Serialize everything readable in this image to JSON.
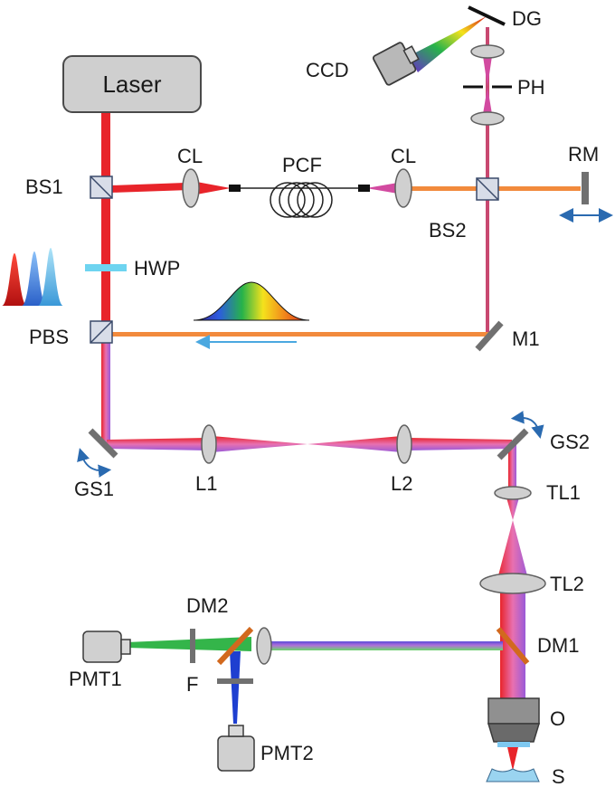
{
  "labels": {
    "laser": "Laser",
    "bs1": "BS1",
    "cl_left": "CL",
    "pcf": "PCF",
    "cl_right": "CL",
    "bs2": "BS2",
    "rm": "RM",
    "ccd": "CCD",
    "dg": "DG",
    "ph": "PH",
    "hwp": "HWP",
    "pbs": "PBS",
    "m1": "M1",
    "gs1": "GS1",
    "l1": "L1",
    "l2": "L2",
    "gs2": "GS2",
    "tl1": "TL1",
    "tl2": "TL2",
    "dm1": "DM1",
    "dm2": "DM2",
    "pmt1": "PMT1",
    "f": "F",
    "pmt2": "PMT2",
    "o": "O",
    "s": "S"
  },
  "colors": {
    "laser_beam": "#e8242a",
    "supercontinuum_beam": "#f28a3c",
    "combined_beam": "#e0569a",
    "green_signal": "#34b54a",
    "blue_signal": "#1e3fd0",
    "hwp": "#6ed4f0",
    "dichroic": "#d2691e",
    "component_gray": "#c8c8c8",
    "mirror_gray": "#707070",
    "arrow_blue": "#4aa8e0"
  }
}
